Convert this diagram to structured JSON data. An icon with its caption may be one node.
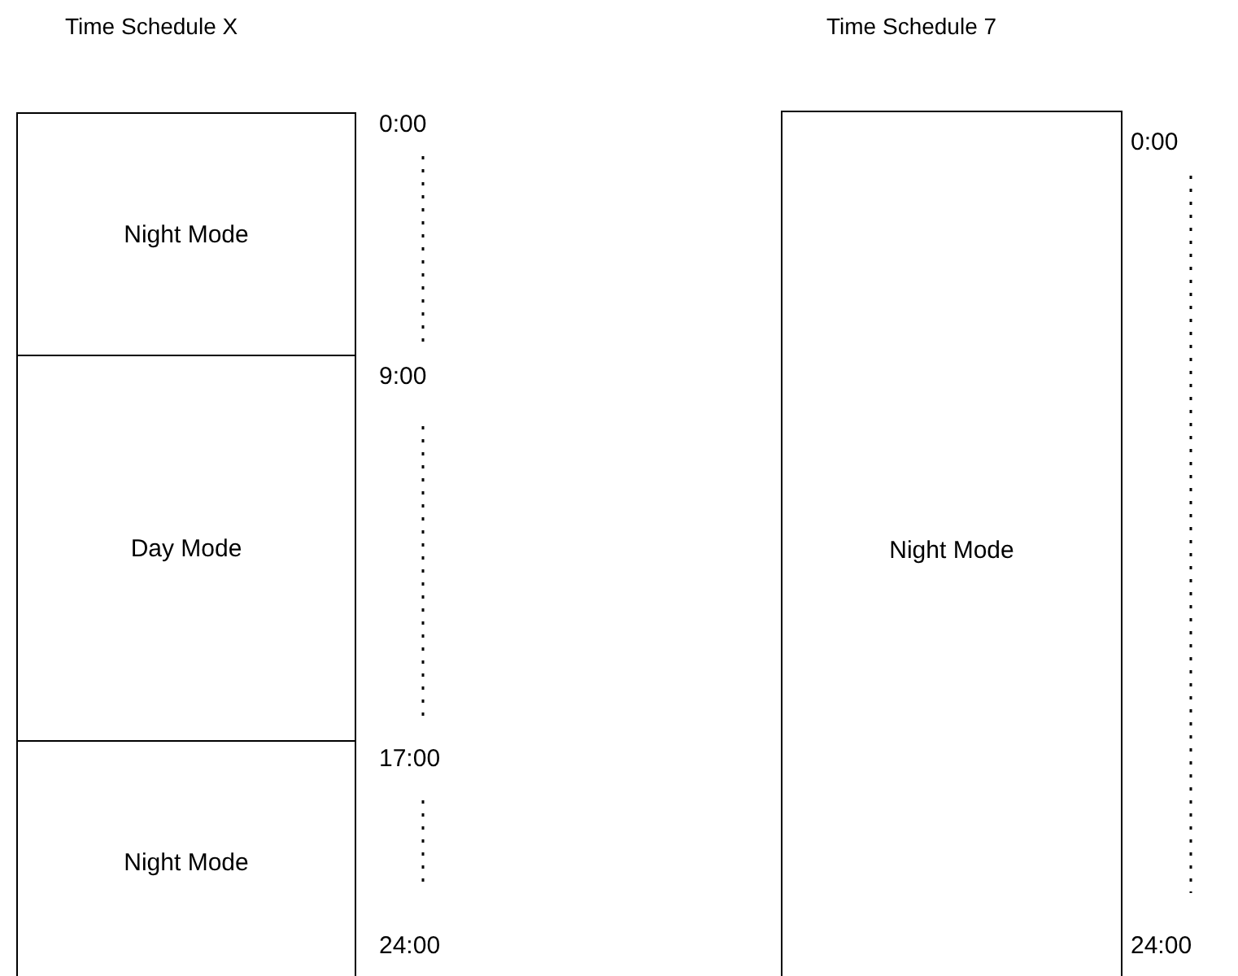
{
  "diagram": {
    "nodes": [
      {
        "text": [
          "Night Mode"
        ]
      },
      {
        "text": [
          "Day Mode"
        ]
      },
      {
        "text": [
          "Night Mode"
        ]
      },
      {
        "text": [
          "Night Mode"
        ]
      }
    ],
    "labels": [
      "Time Schedule X",
      "Time Schedule 7",
      "0:00",
      "9:00",
      "17:00",
      "24:00",
      "0:00",
      "24:00"
    ]
  }
}
